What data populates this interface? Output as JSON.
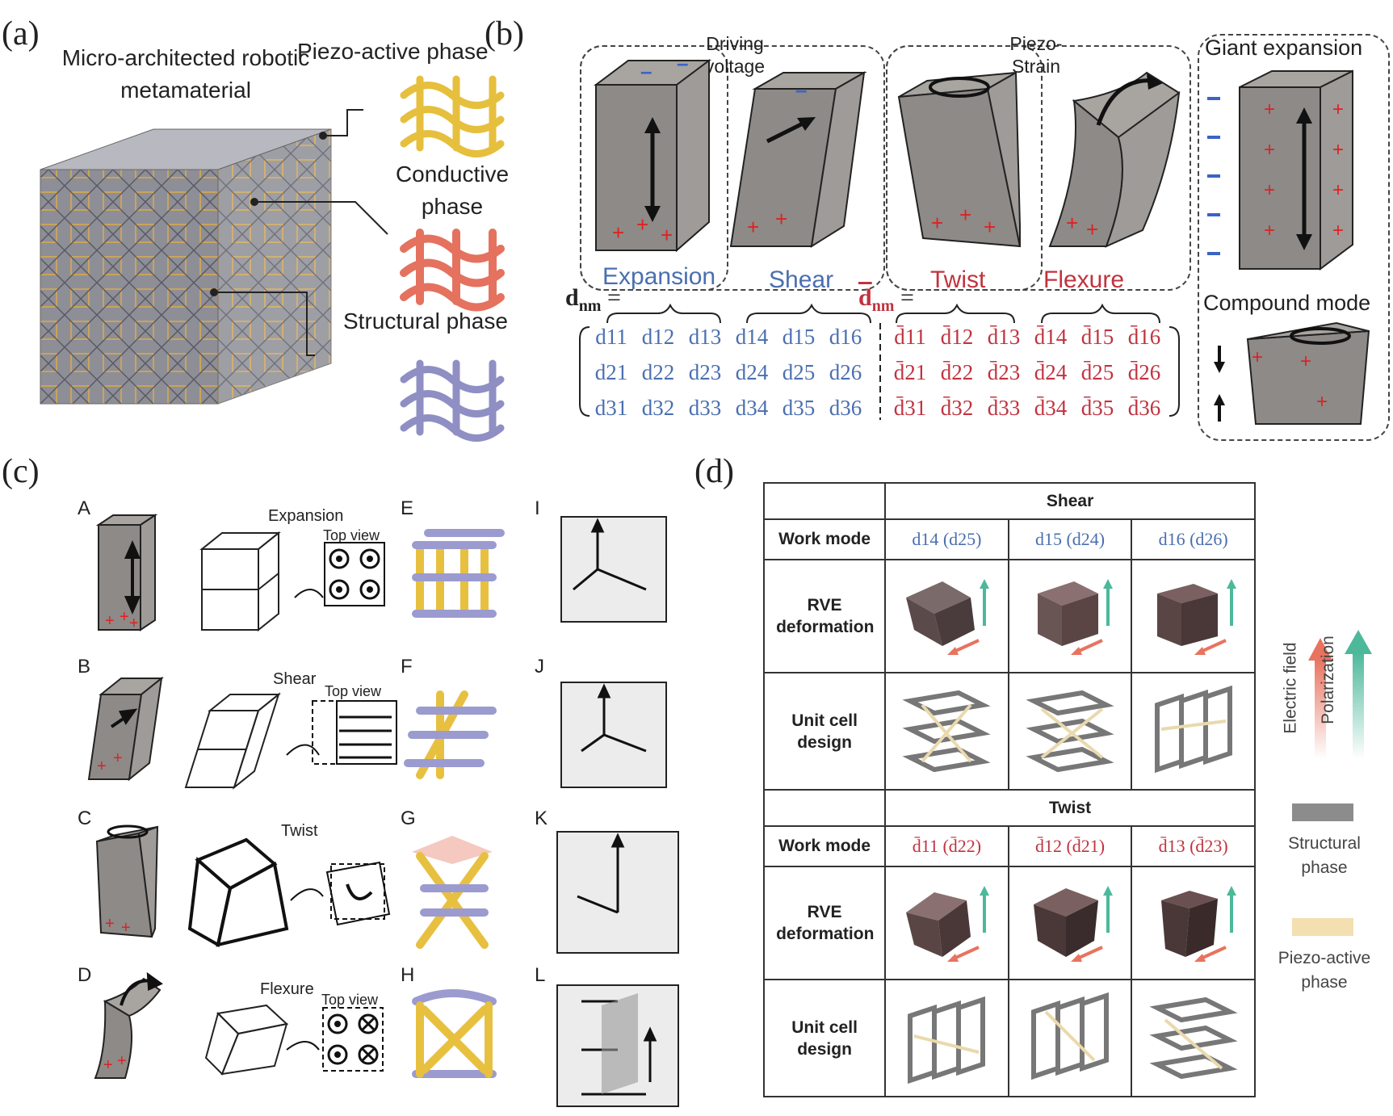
{
  "panel_labels": {
    "a": "(a)",
    "b": "(b)",
    "c": "(c)",
    "d": "(d)"
  },
  "panel_a": {
    "title": "Micro-architected robotic metamaterial",
    "piezo": "Piezo-active phase",
    "conductive": "Conductive phase",
    "structural": "Structural phase"
  },
  "panel_b": {
    "driving": "Driving voltage",
    "piezo_strain": "Piezo-Strain",
    "expansion": "Expansion",
    "shear": "Shear",
    "twist": "Twist",
    "flexure": "Flexure",
    "giant": "Giant expansion",
    "compound": "Compound mode",
    "dnm": "d",
    "dnm_sub": "nm",
    "equals": "=",
    "blue_rows": [
      [
        "d11",
        "d12",
        "d13",
        "d14",
        "d15",
        "d16"
      ],
      [
        "d21",
        "d22",
        "d23",
        "d24",
        "d25",
        "d26"
      ],
      [
        "d31",
        "d32",
        "d33",
        "d34",
        "d35",
        "d36"
      ]
    ],
    "red_rows": [
      [
        "d̄11",
        "d̄12",
        "d̄13",
        "d̄14",
        "d̄15",
        "d̄16"
      ],
      [
        "d̄21",
        "d̄22",
        "d̄23",
        "d̄24",
        "d̄25",
        "d̄26"
      ],
      [
        "d̄31",
        "d̄32",
        "d̄33",
        "d̄34",
        "d̄35",
        "d̄36"
      ]
    ]
  },
  "panel_c": {
    "rows": [
      {
        "letter": "A",
        "mode": "Expansion",
        "top": "Top view",
        "c3": "E",
        "c4": "I"
      },
      {
        "letter": "B",
        "mode": "Shear",
        "top": "Top view",
        "c3": "F",
        "c4": "J"
      },
      {
        "letter": "C",
        "mode": "Twist",
        "top": "",
        "c3": "G",
        "c4": "K"
      },
      {
        "letter": "D",
        "mode": "Flexure",
        "top": "Top view",
        "c3": "H",
        "c4": "L"
      }
    ]
  },
  "panel_d": {
    "shear_header": "Shear",
    "twist_header": "Twist",
    "work_mode": "Work mode",
    "rve": "RVE deformation",
    "unit": "Unit cell design",
    "shear_modes": [
      "d14 (d25)",
      "d15 (d24)",
      "d16 (d26)"
    ],
    "twist_modes": [
      "d̄11 (d̄22)",
      "d̄12 (d̄21)",
      "d̄13 (d̄23)"
    ],
    "legend": {
      "efield": "Electric field",
      "polar": "Polarization",
      "structural": "Structural phase",
      "piezo": "Piezo-active phase"
    },
    "colors": {
      "efield": "#e8735f",
      "polar": "#4db89a",
      "structural": "#8c8c8c",
      "piezo": "#f3dfb0"
    }
  }
}
